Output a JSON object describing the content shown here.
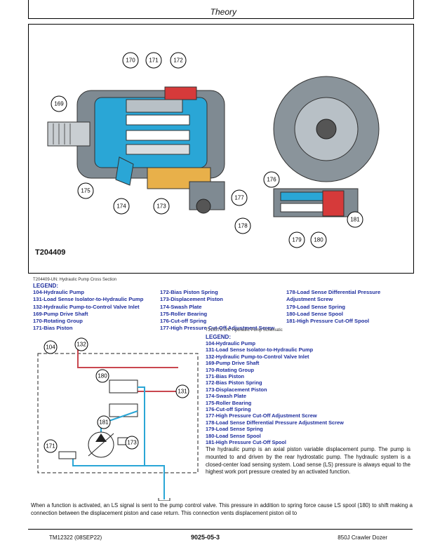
{
  "header": {
    "title": "Theory"
  },
  "figure1": {
    "id": "T204409",
    "caption": "T204409-UN: Hydraulic Pump Cross Section",
    "callouts": [
      "170",
      "171",
      "172",
      "169",
      "175",
      "174",
      "173",
      "176",
      "177",
      "178",
      "179",
      "180",
      "181"
    ]
  },
  "legend1": {
    "title": "LEGEND:",
    "col1": [
      "104-Hydraulic Pump",
      "131-Load Sense Isolator-to-Hydraulic Pump",
      "132-Hydraulic Pump-to-Control Valve Inlet",
      "169-Pump Drive Shaft",
      "170-Rotating Group",
      "171-Bias Piston"
    ],
    "col2": [
      "172-Bias Piston Spring",
      "173-Displacement Piston",
      "174-Swash Plate",
      "175-Roller Bearing",
      "176-Cut-off Spring",
      "177-High Pressure Cut-Off Adjustment Screw"
    ],
    "col3": [
      "178-Load Sense Differential Pressure",
      "Adjustment Screw",
      "179-Load Sense Spring",
      "180-Load Sense Spool",
      "181-High Pressure Cut-Off Spool"
    ]
  },
  "figure2": {
    "caption": "T219372-UN: Hydraulic Pump Schematic",
    "callouts": [
      "104",
      "132",
      "180",
      "131",
      "181",
      "171",
      "173"
    ]
  },
  "legend2": {
    "title": "LEGEND:",
    "items": [
      "104-Hydraulic Pump",
      "131-Load Sense Isolator-to-Hydraulic Pump",
      "132-Hydraulic Pump-to-Control Valve Inlet",
      "169-Pump Drive Shaft",
      "170-Rotating Group",
      "171-Bias Piston",
      "172-Bias Piston Spring",
      "173-Displacement Piston",
      "174-Swash Plate",
      "175-Roller Bearing",
      "176-Cut-off Spring",
      "177-High Pressure Cut-Off Adjustment Screw",
      "178-Load Sense Differential Pressure Adjustment Screw",
      "179-Load Sense Spring",
      "180-Load Sense Spool",
      "181-High Pressure Cut-Off Spool"
    ]
  },
  "paragraph1": "The hydraulic pump is an axial piston variable displacement pump. The pump is mounted to and driven by the rear hydrostatic pump. The hydraulic system is a closed-center load sensing system. Load sense (LS) pressure is always equal to the highest work port pressure created by an activated function.",
  "paragraph2": "When a function is activated, an LS signal is sent to the pump control valve. This pressure in addition to spring force cause LS spool (180) to shift making a connection between the displacement piston and case return. This connection vents displacement piston oil to",
  "footer": {
    "left": "TM12322 (08SEP22)",
    "center": "9025-05-3",
    "right": "850J Crawler Dozer"
  },
  "colors": {
    "legend_blue": "#1f2f9e",
    "oil_blue": "#2aa6d6",
    "oil_red": "#d63a3a",
    "body_grey": "#7f8a92"
  }
}
